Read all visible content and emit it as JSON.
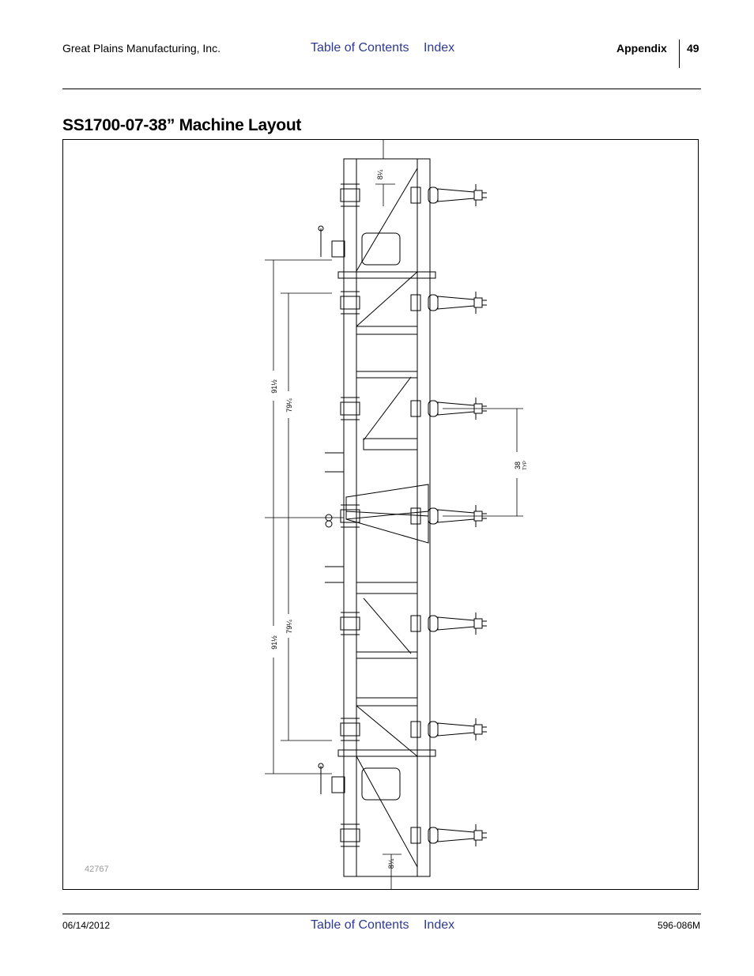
{
  "header": {
    "company": "Great Plains Manufacturing, Inc.",
    "toc_link": "Table of Contents",
    "index_link": "Index",
    "section": "Appendix",
    "page_number": "49"
  },
  "page_title": "SS1700-07-38” Machine Layout",
  "figure": {
    "figure_number": "42767",
    "dimensions": {
      "end_offset": "8¼",
      "outer_span": "91½",
      "inner_span": "79¼",
      "row_spacing": "38",
      "row_spacing_note": "TYP"
    }
  },
  "footer": {
    "date": "06/14/2012",
    "toc_link": "Table of Contents",
    "index_link": "Index",
    "doc_number": "596-086M"
  }
}
